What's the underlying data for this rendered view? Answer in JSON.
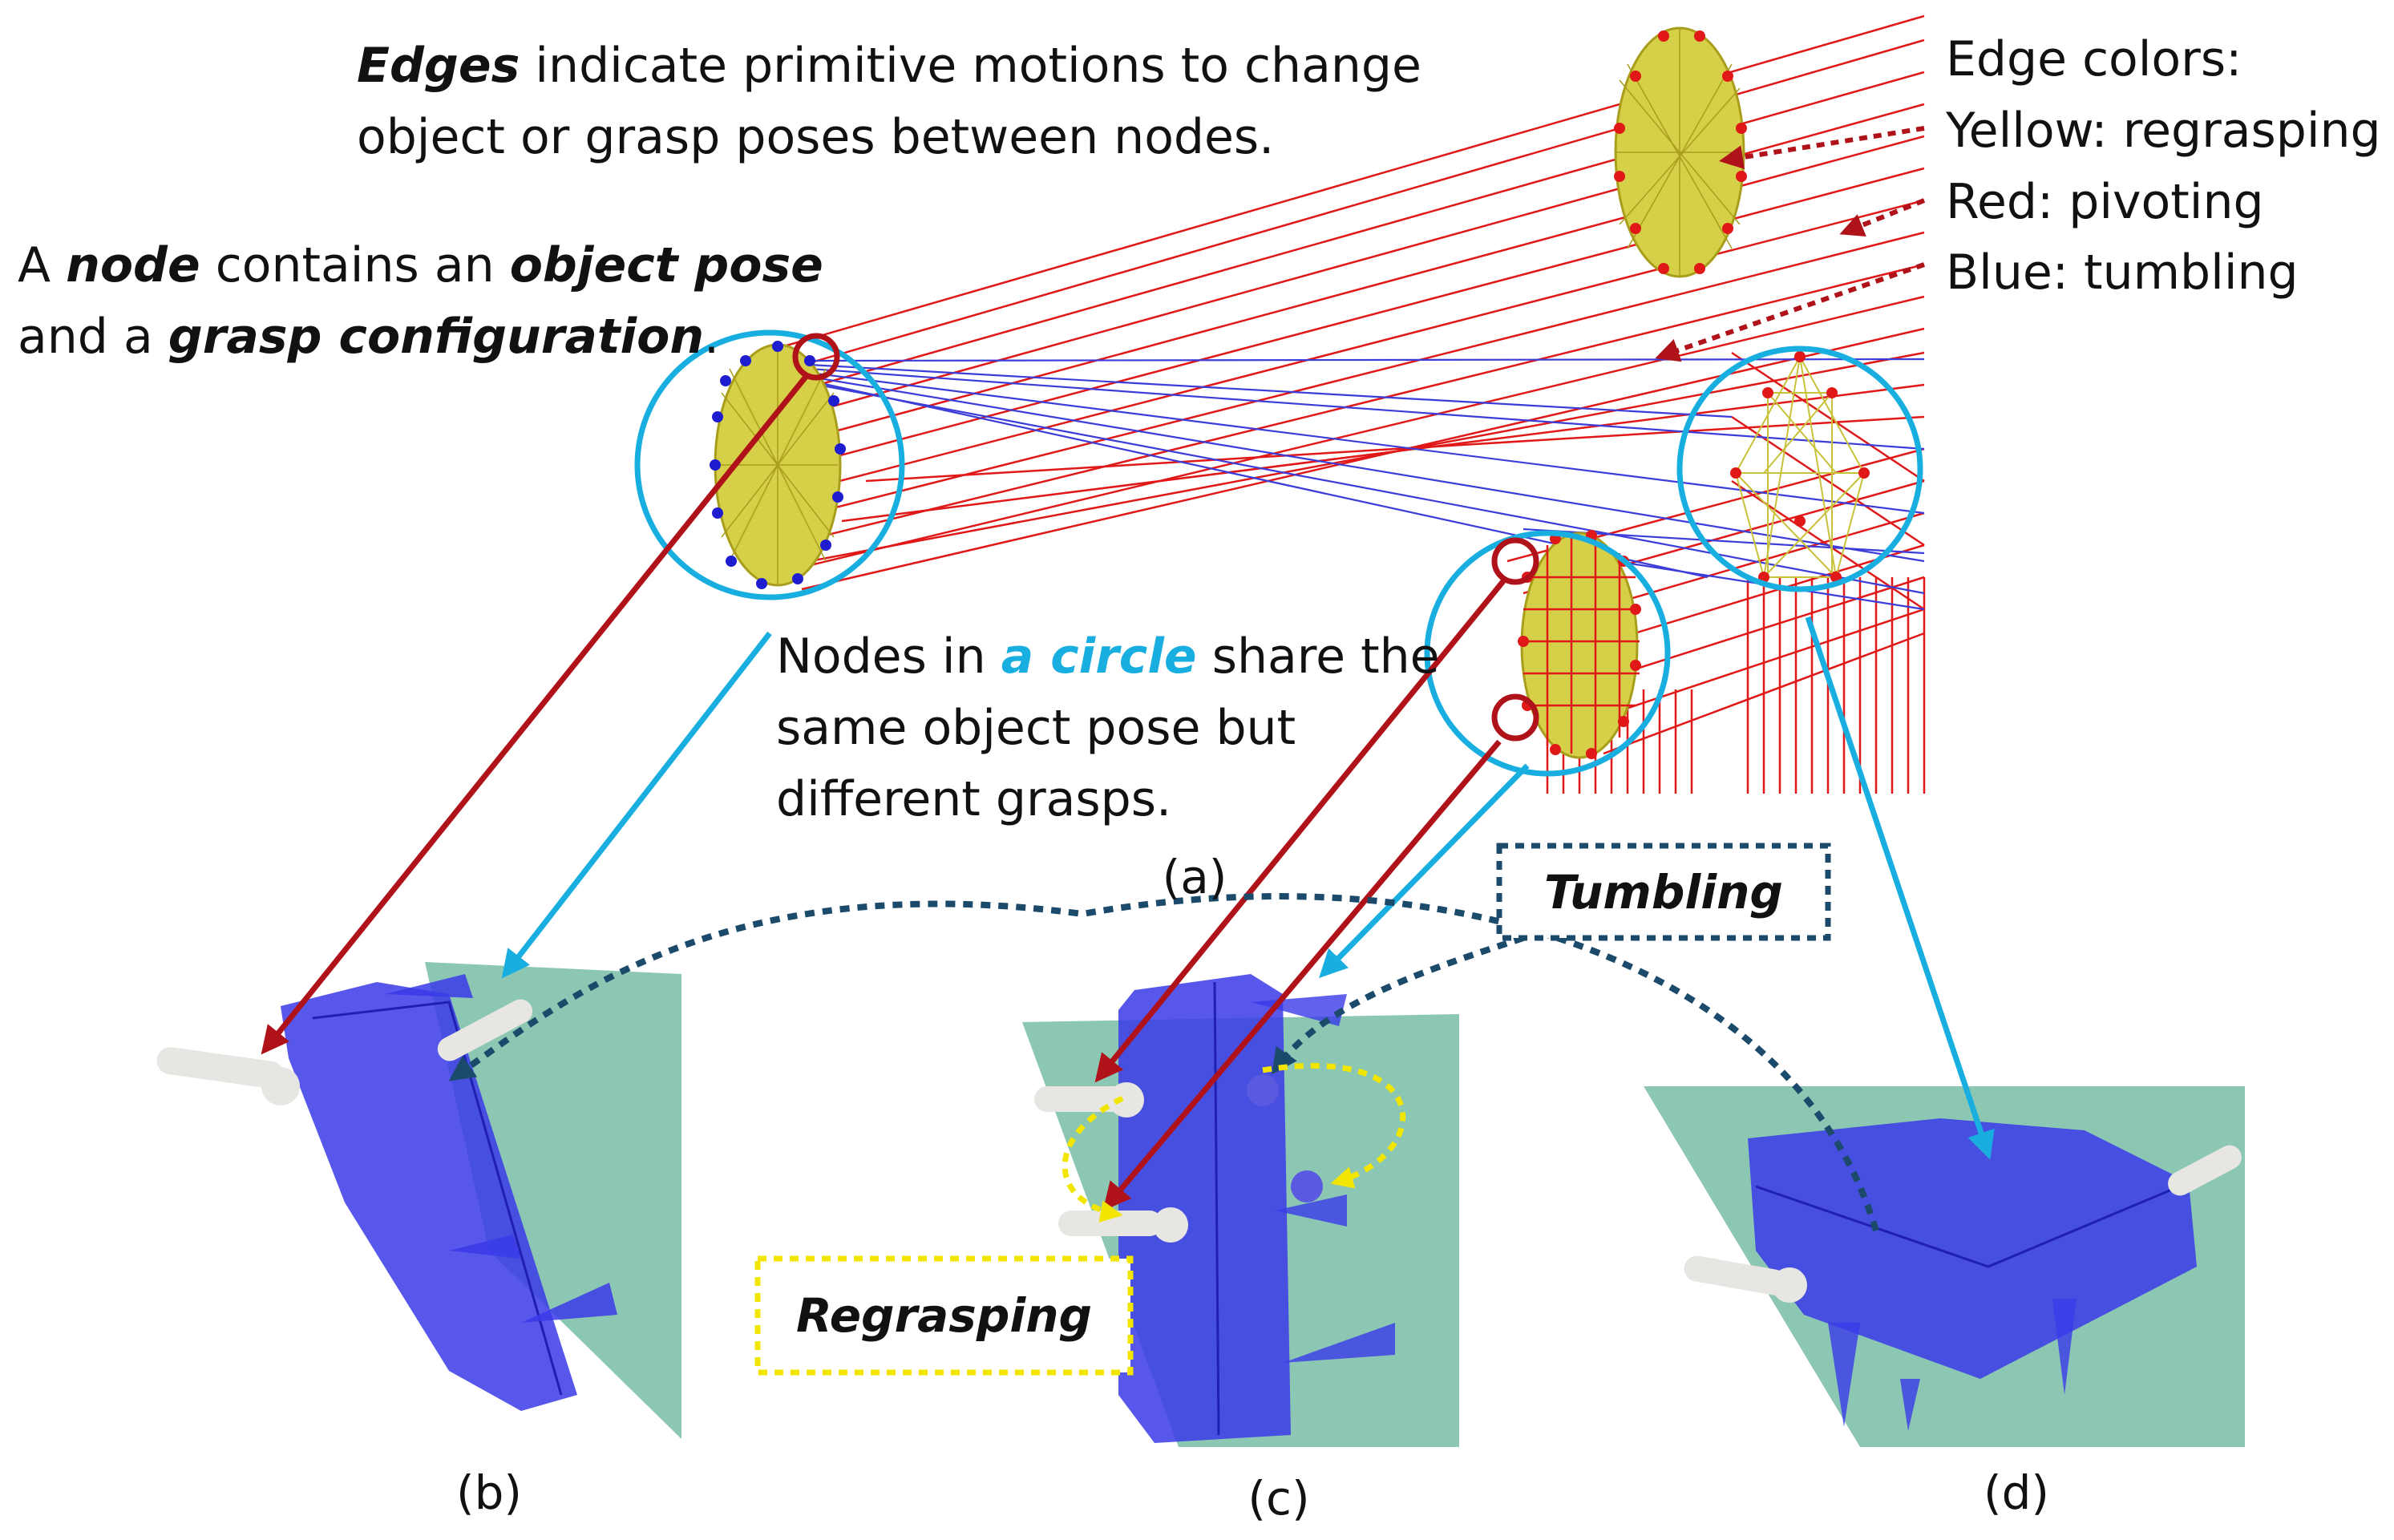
{
  "annotations": {
    "edges": {
      "line1_bold": "Edges",
      "line1_rest": " indicate primitive motions to change",
      "line2": "object or grasp poses between nodes."
    },
    "node": {
      "l1_a": "A ",
      "l1_b": "node",
      "l1_c": " contains an ",
      "l1_d": "object pose",
      "l2_a": "and a ",
      "l2_b": "grasp configuration",
      "l2_c": "."
    },
    "circle": {
      "l1_a": "Nodes in ",
      "l1_b": "a circle",
      "l1_c": " share the",
      "l2": "same object pose but",
      "l3": "different grasps."
    }
  },
  "legend": {
    "title": "Edge colors:",
    "items": [
      {
        "label": "Yellow: regrasping"
      },
      {
        "label": "Red: pivoting"
      },
      {
        "label": "Blue: tumbling"
      }
    ]
  },
  "panels": {
    "a": "(a)",
    "b": "(b)",
    "c": "(c)",
    "d": "(d)"
  },
  "motion_labels": {
    "tumbling": "Tumbling",
    "regrasping": "Regrasping"
  },
  "colors": {
    "pivot_red": "#e01818",
    "dark_red": "#b0121a",
    "tumble_blue": "#3c3cd8",
    "regrasp_yellow": "#c8c23a",
    "circle_cyan": "#19aee0",
    "object_blue": "#3a3ae8",
    "table_green": "#8cc7b4",
    "tumble_dash": "#1c4a6b",
    "regrasp_dash": "#f2e600"
  }
}
